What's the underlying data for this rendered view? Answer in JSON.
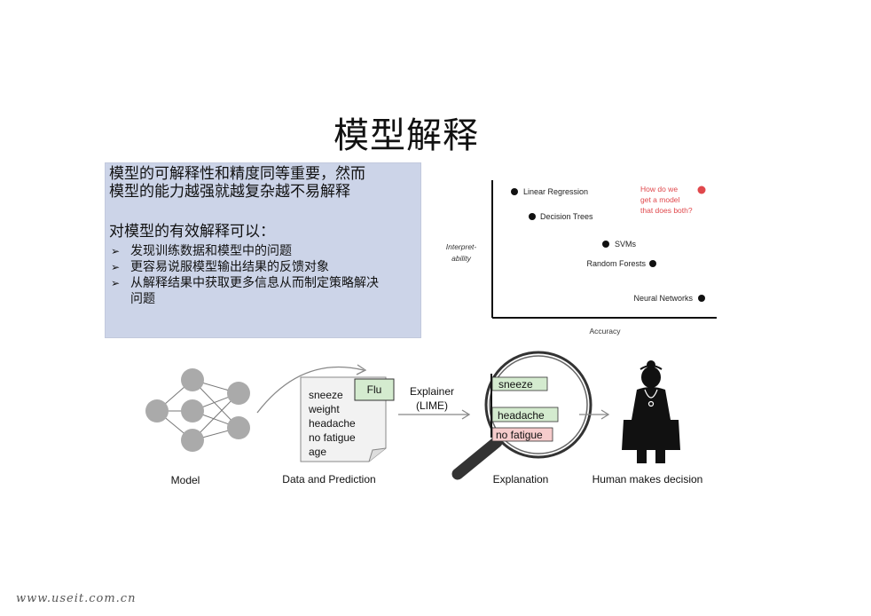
{
  "title": "模型解释",
  "intro": {
    "line1": "模型的可解释性和精度同等重要，然而",
    "line2": "模型的能力越强就越复杂越不易解释"
  },
  "subhead": "对模型的有效解释可以：",
  "bullets": [
    {
      "line1": "发现训练数据和模型中的问题"
    },
    {
      "line1": "更容易说服模型输出结果的反馈对象"
    },
    {
      "line1": "从解释结果中获取更多信息从而制定策略解决",
      "line2": "问题"
    }
  ],
  "chart": {
    "ylabel_line1": "Interpret-",
    "ylabel_line2": "ability",
    "xlabel": "Accuracy",
    "points": [
      {
        "label": "Linear Regression"
      },
      {
        "label": "Decision Trees"
      },
      {
        "label": "SVMs"
      },
      {
        "label": "Random Forests"
      },
      {
        "label": "Neural Networks"
      }
    ],
    "question_line1": "How do we",
    "question_line2": "get a model",
    "question_line3": "that does both?",
    "question_color": "#e0484c"
  },
  "pipeline": {
    "model_label": "Model",
    "data_label": "Data and Prediction",
    "features": [
      "sneeze",
      "weight",
      "headache",
      "no fatigue",
      "age"
    ],
    "prediction": "Flu",
    "explainer_line1": "Explainer",
    "explainer_line2": "(LIME)",
    "explanation_features": [
      "sneeze",
      "headache",
      "no fatigue"
    ],
    "explanation_label": "Explanation",
    "human_label": "Human makes decision",
    "positive_color": "#d4ebcf",
    "negative_color": "#f6cccc"
  },
  "watermark": "www.useit.com.cn"
}
